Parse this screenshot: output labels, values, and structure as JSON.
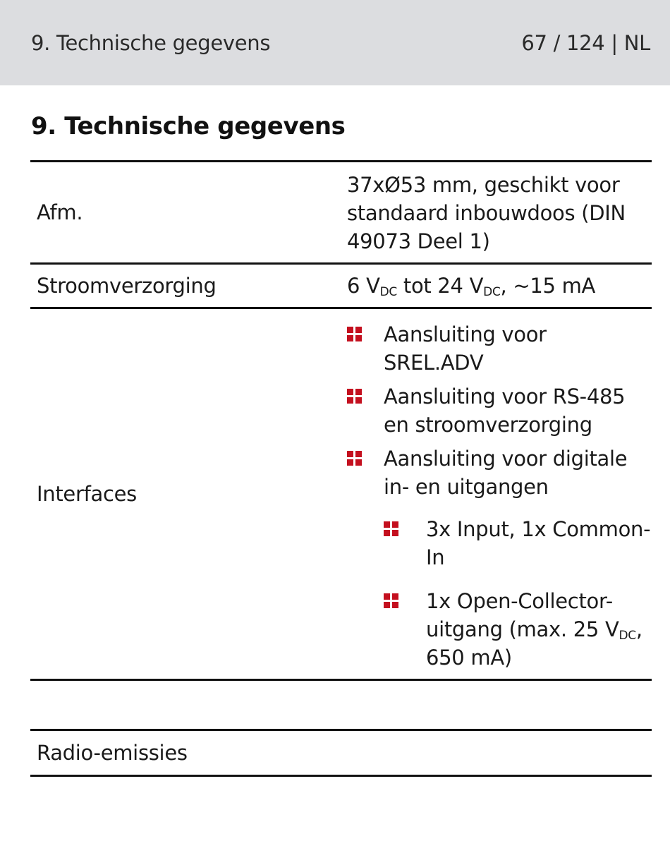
{
  "header": {
    "section": "9. Technische gegevens",
    "page_info": "67 / 124 | NL"
  },
  "title": "9. Technische gegevens",
  "specs": {
    "afm": {
      "label": "Afm.",
      "value": "37xØ53 mm, geschikt voor standaard inbouwdoos (DIN 49073 Deel 1)"
    },
    "power": {
      "label": "Stroomverzorging",
      "value_part1": "6 V",
      "sub1": "DC",
      "value_part2": " tot 24 V",
      "sub2": "DC",
      "value_part3": ", ~15 mA"
    },
    "interfaces": {
      "label": "Interfaces",
      "items": [
        "Aansluiting voor SREL.ADV",
        "Aansluiting voor RS-485 en stroomverzorging",
        "Aansluiting voor digitale in- en uitgangen"
      ],
      "sub_items": {
        "first": "3x Input, 1x Common-In",
        "second_part1": "1x Open-Collector-uitgang (max. 25 V",
        "second_sub": "DC",
        "second_part2": ", 650 mA)"
      },
      "bullet_color": "#c4101f"
    },
    "radio": {
      "label": "Radio-emissies"
    }
  }
}
